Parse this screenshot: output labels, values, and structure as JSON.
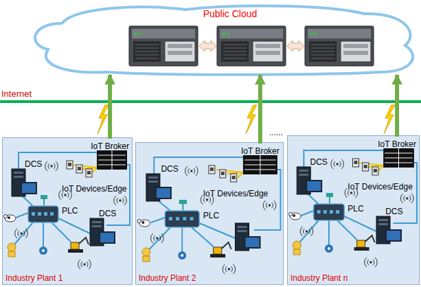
{
  "diagram": {
    "nodes": [
      {
        "text": [
          "Public Cloud"
        ]
      },
      {
        "text": [
          "Industry Plant 1"
        ]
      },
      {
        "text": [
          "IoT Broker"
        ],
        "in": 1
      },
      {
        "text": [
          "Industry Plant 2"
        ]
      },
      {
        "text": [
          "IoT Broker"
        ],
        "in": 3
      },
      {
        "text": [
          "Industry Plant n"
        ]
      },
      {
        "text": [
          "IoT Broker"
        ],
        "in": 5
      }
    ],
    "edges": [
      {
        "from": 2,
        "to": 0,
        "arrow": "to"
      },
      {
        "from": 4,
        "to": 0,
        "arrow": "to"
      },
      {
        "from": 6,
        "to": 0,
        "arrow": "to"
      }
    ],
    "labels": [
      "Internet",
      "......",
      "DCS",
      "IoT Devices/Edge",
      "PLC",
      "DCS",
      "DCS",
      "IoT Devices/Edge",
      "PLC",
      "DCS",
      "IoT Devices/Edge",
      "PLC",
      "DCS"
    ]
  }
}
